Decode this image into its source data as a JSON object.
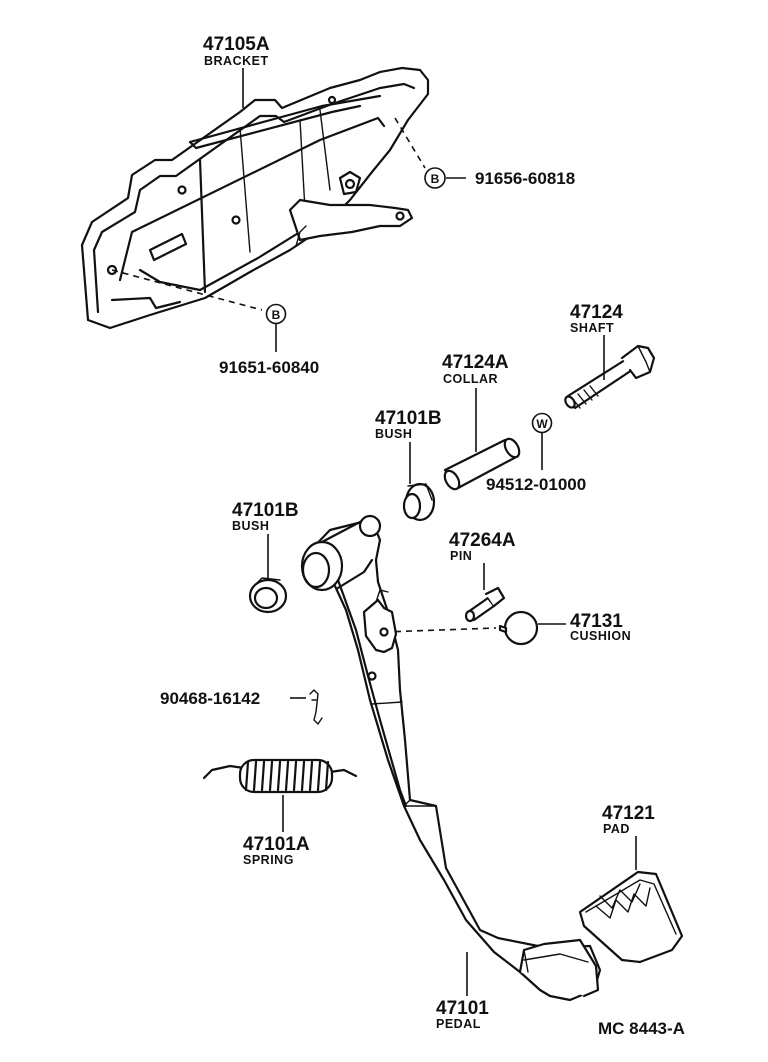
{
  "diagram": {
    "reference": "MC 8443-A",
    "callouts": [
      {
        "id": "bracket",
        "part_number": "47105A",
        "name": "BRACKET"
      },
      {
        "id": "bolt_upper",
        "part_number": "91656-60818",
        "name": "",
        "symbol": "B"
      },
      {
        "id": "bolt_lower",
        "part_number": "91651-60840",
        "name": "",
        "symbol": "B"
      },
      {
        "id": "shaft",
        "part_number": "47124",
        "name": "SHAFT"
      },
      {
        "id": "collar",
        "part_number": "47124A",
        "name": "COLLAR"
      },
      {
        "id": "bush_right",
        "part_number": "47101B",
        "name": "BUSH"
      },
      {
        "id": "washer",
        "part_number": "94512-01000",
        "name": "",
        "symbol": "W"
      },
      {
        "id": "bush_left",
        "part_number": "47101B",
        "name": "BUSH"
      },
      {
        "id": "pin",
        "part_number": "47264A",
        "name": "PIN"
      },
      {
        "id": "cushion",
        "part_number": "47131",
        "name": "CUSHION"
      },
      {
        "id": "clip",
        "part_number": "90468-16142",
        "name": ""
      },
      {
        "id": "spring",
        "part_number": "47101A",
        "name": "SPRING"
      },
      {
        "id": "pad",
        "part_number": "47121",
        "name": "PAD"
      },
      {
        "id": "pedal",
        "part_number": "47101",
        "name": "PEDAL"
      }
    ]
  }
}
